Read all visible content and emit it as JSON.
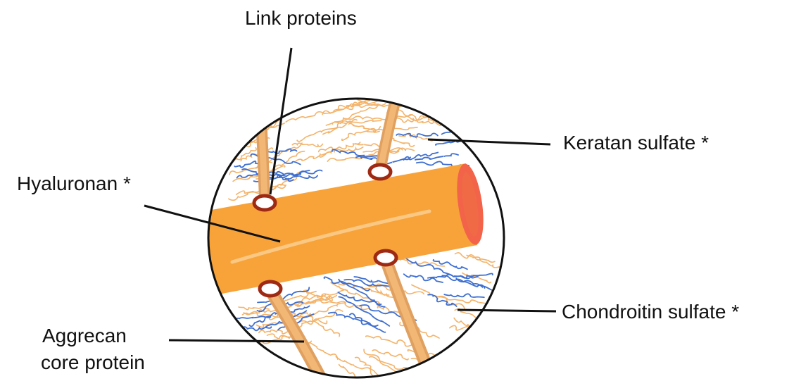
{
  "labels": {
    "link_proteins": "Link proteins",
    "keratan_sulfate": "Keratan sulfate *",
    "hyaluronan": "Hyaluronan *",
    "chondroitin_sulfate": "Chondroitin sulfate *",
    "aggrecan_line1": "Aggrecan",
    "aggrecan_line2": "core protein"
  },
  "colors": {
    "hyaluronan_fill": "#F7A33A",
    "hyaluronan_end": "#F2634A",
    "core_protein": "#E89440",
    "chondroitin_strands": "#F3B36A",
    "keratan_strands": "#3E6FD0",
    "link_protein": "#9E2A14",
    "outline": "#111111"
  }
}
